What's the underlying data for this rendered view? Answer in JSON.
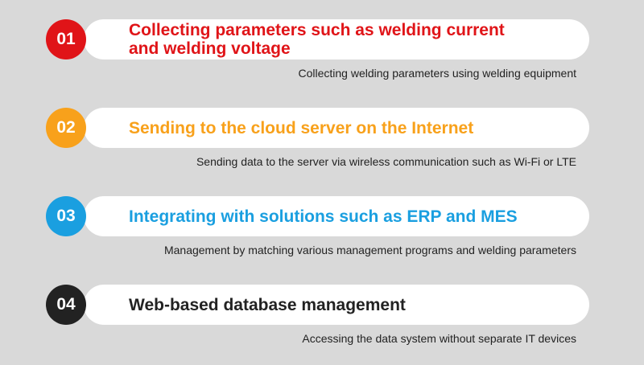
{
  "steps": [
    {
      "number": "01",
      "title_line1": "Collecting parameters such as welding current",
      "title_line2": "and welding voltage",
      "subtitle": "Collecting welding parameters using welding equipment",
      "color": "#e01418"
    },
    {
      "number": "02",
      "title_line1": "Sending to the cloud server on the Internet",
      "subtitle": "Sending data to the server via wireless communication such as Wi-Fi or LTE",
      "color": "#f8a11b"
    },
    {
      "number": "03",
      "title_line1": "Integrating with solutions such as ERP and MES",
      "subtitle": "Management by matching various management programs and welding parameters",
      "color": "#1a9fe0"
    },
    {
      "number": "04",
      "title_line1": "Web-based database management",
      "subtitle": "Accessing the data system without separate IT devices",
      "color": "#222222"
    }
  ]
}
